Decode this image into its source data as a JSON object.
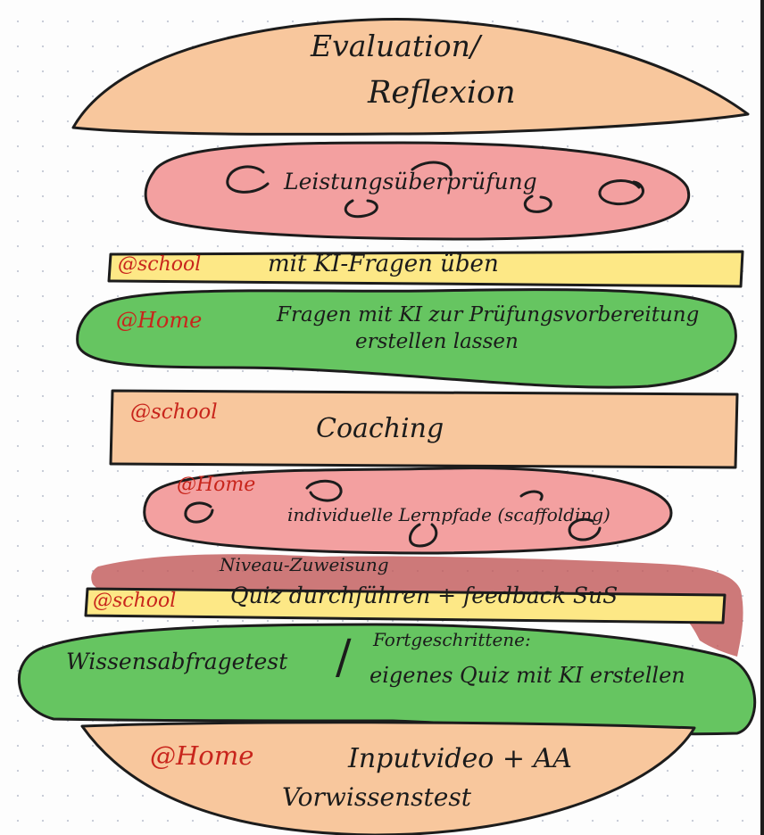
{
  "colors": {
    "bun": "#f8c79d",
    "red": "#f3a0a0",
    "yellow": "#fde886",
    "green": "#66c561",
    "smear": "#c25b5b",
    "outline": "#1c1c1c",
    "tag": "#c8251c"
  },
  "layers": {
    "top_bun": {
      "line1": "Evaluation/",
      "line2": "Reflexion"
    },
    "assessment": {
      "label": "Leistungsüberprüfung"
    },
    "practice": {
      "tag": "@school",
      "label": "mit KI-Fragen üben"
    },
    "prep": {
      "tag": "@Home",
      "line1": "Fragen mit KI zur Prüfungsvorbereitung",
      "line2": "erstellen lassen"
    },
    "coaching": {
      "tag": "@school",
      "label": "Coaching"
    },
    "paths": {
      "tag": "@Home",
      "label": "individuelle Lernpfade (scaffolding)"
    },
    "level": {
      "label": "Niveau-Zuweisung"
    },
    "quiz": {
      "tag": "@school",
      "label": "Quiz durchführen + feedback SuS"
    },
    "test": {
      "left": "Wissensabfragetest",
      "separator": "/",
      "right_line1": "Fortgeschrittene:",
      "right_line2": "eigenes Quiz mit KI erstellen"
    },
    "bottom_bun": {
      "tag": "@Home",
      "line1": "Inputvideo + AA",
      "line2": "Vorwissenstest"
    }
  }
}
